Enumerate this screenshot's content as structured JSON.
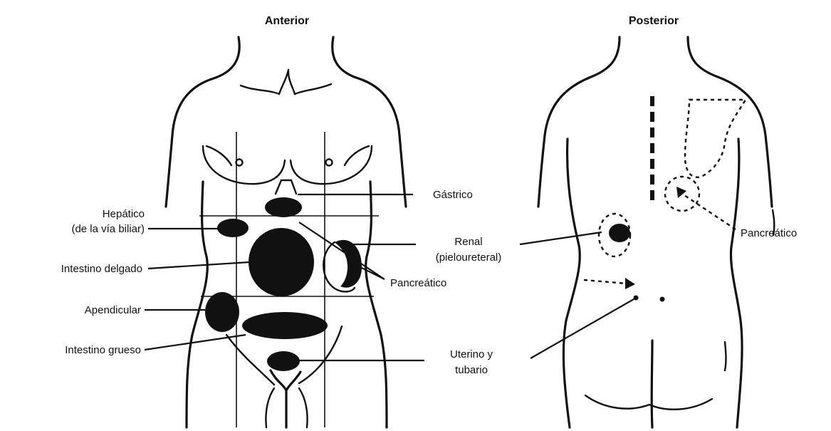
{
  "titles": {
    "anterior": "Anterior",
    "posterior": "Posterior"
  },
  "labels": {
    "hepatico_1": "Hepático",
    "hepatico_2": "(de la vía biliar)",
    "intestino_delgado": "Intestino delgado",
    "apendicular": "Apendicular",
    "intestino_grueso": "Intestino grueso",
    "gastrico": "Gástrico",
    "renal_1": "Renal",
    "renal_2": "(pieloureteral)",
    "pancreatico_anterior": "Pancreático",
    "uterino_1": "Uterino y",
    "uterino_2": "tubario",
    "pancreatico_posterior": "Pancreático"
  }
}
